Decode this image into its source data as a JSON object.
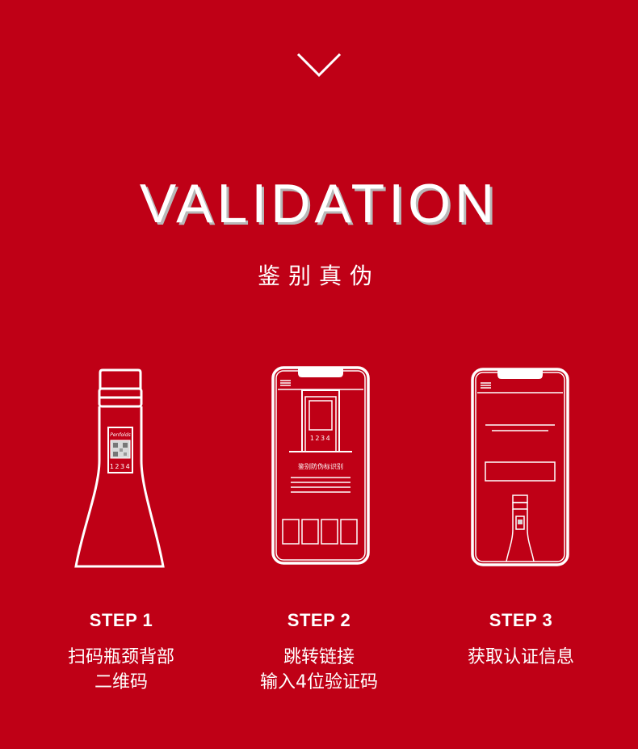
{
  "header": {
    "chevron_icon": "chevron-down-icon",
    "title": "VALIDATION",
    "subtitle": "鉴别真伪"
  },
  "colors": {
    "background": "#bf0016",
    "foreground": "#ffffff"
  },
  "illustrations": {
    "bottle_code": "1234",
    "bottle_label_script": "Penfolds",
    "phone_code": "1234",
    "phone_caption": "鉴别防伪标识别"
  },
  "steps": [
    {
      "label": "STEP 1",
      "desc_line1": "扫码瓶颈背部",
      "desc_line2": "二维码"
    },
    {
      "label": "STEP 2",
      "desc_line1": "跳转链接",
      "desc_line2": "输入4位验证码"
    },
    {
      "label": "STEP 3",
      "desc_line1": "获取认证信息",
      "desc_line2": ""
    }
  ]
}
